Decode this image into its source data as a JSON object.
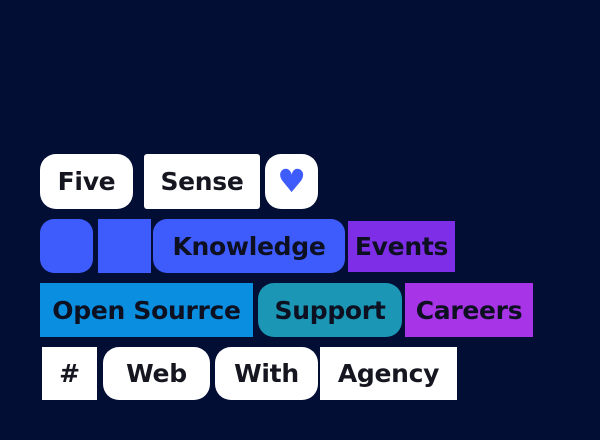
{
  "page": {
    "background_color": "#030e35"
  },
  "colors": {
    "blue": "#3e5bfc",
    "violet": "#7d2ee6",
    "azure": "#0a8fe0",
    "teal": "#1b96b4",
    "purple": "#a834e8",
    "white": "#ffffff",
    "dark_text": "#0d1020",
    "heart": "#3e5bfc"
  },
  "buttons": {
    "five": {
      "label": "Five"
    },
    "sense": {
      "label": "Sense"
    },
    "heart": {
      "icon": "heart-icon",
      "glyph": "♥"
    },
    "knowledge": {
      "label": "Knowledge"
    },
    "events": {
      "label": "Events"
    },
    "open_source": {
      "label": "Open Sourrce"
    },
    "support": {
      "label": "Support"
    },
    "careers": {
      "label": "Careers"
    },
    "hash": {
      "label": "#"
    },
    "web": {
      "label": "Web"
    },
    "with": {
      "label": "With"
    },
    "agency": {
      "label": "Agency"
    }
  }
}
